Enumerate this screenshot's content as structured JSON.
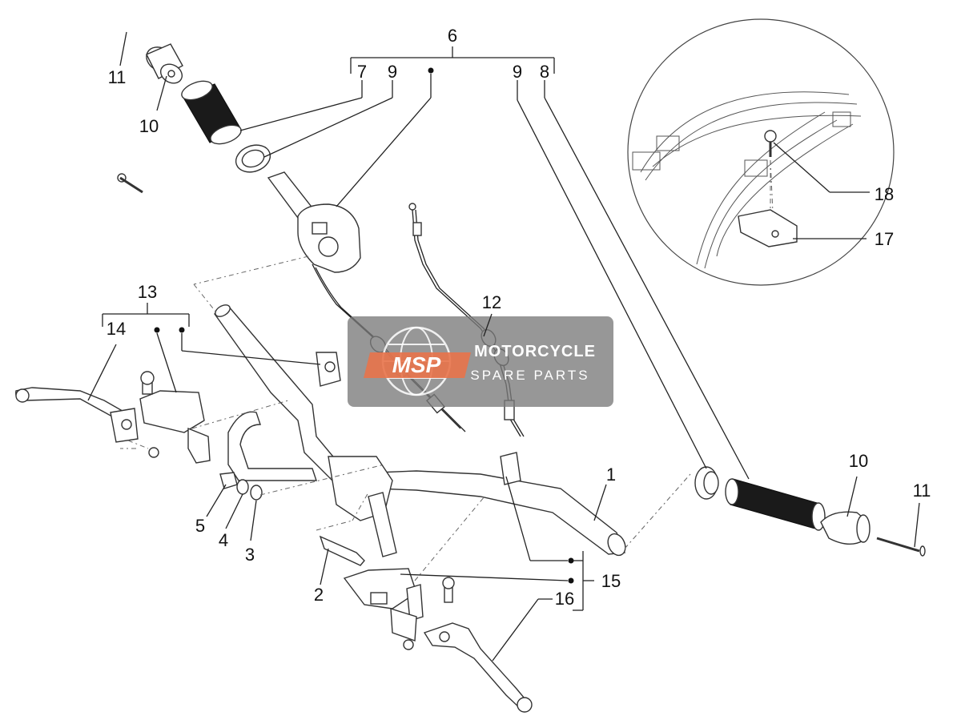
{
  "callouts": {
    "c1": "1",
    "c2": "2",
    "c3": "3",
    "c4": "4",
    "c5": "5",
    "c6": "6",
    "c7": "7",
    "c8": "8",
    "c9a": "9",
    "c9b": "9",
    "c10a": "10",
    "c10b": "10",
    "c11a": "11",
    "c11b": "11",
    "c12": "12",
    "c13": "13",
    "c14": "14",
    "c15": "15",
    "c16": "16",
    "c17": "17",
    "c18": "18"
  },
  "watermark": {
    "logo": "MSP",
    "line1": "MOTORCYCLE",
    "line2": "SPARE PARTS",
    "box_color": "#7a7a7a",
    "accent_color": "#e8734a"
  },
  "colors": {
    "line": "#222222",
    "grip": "#1a1a1a",
    "background": "#ffffff"
  }
}
